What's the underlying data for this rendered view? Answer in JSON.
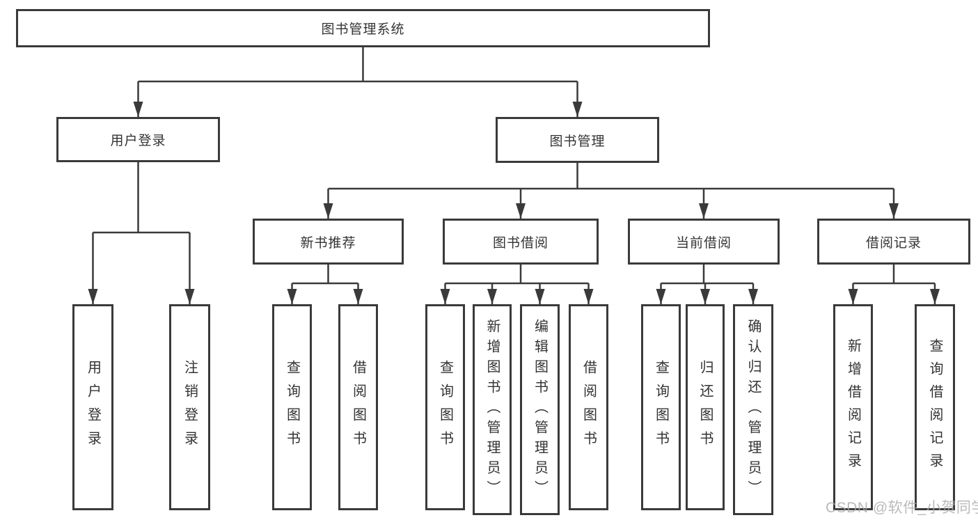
{
  "diagram": {
    "root": "图书管理系统",
    "login": {
      "label": "用户登录",
      "children": [
        "用户登录",
        "注销登录"
      ]
    },
    "management": {
      "label": "图书管理",
      "children": [
        {
          "label": "新书推荐",
          "children": [
            "查询图书",
            "借阅图书"
          ]
        },
        {
          "label": "图书借阅",
          "children": [
            "查询图书",
            "新增图书（管理员）",
            "编辑图书（管理员）",
            "借阅图书"
          ]
        },
        {
          "label": "当前借阅",
          "children": [
            "查询图书",
            "归还图书",
            "确认归还（管理员）"
          ]
        },
        {
          "label": "借阅记录",
          "children": [
            "新增借阅记录",
            "查询借阅记录"
          ]
        }
      ]
    },
    "watermark": "CSDN @软件_小贺同学",
    "colors": {
      "line": "#3a3a3a",
      "box_border": "#3a3a3a",
      "text": "#333333",
      "background": "#ffffff",
      "watermark": "#a9a9a9"
    }
  }
}
